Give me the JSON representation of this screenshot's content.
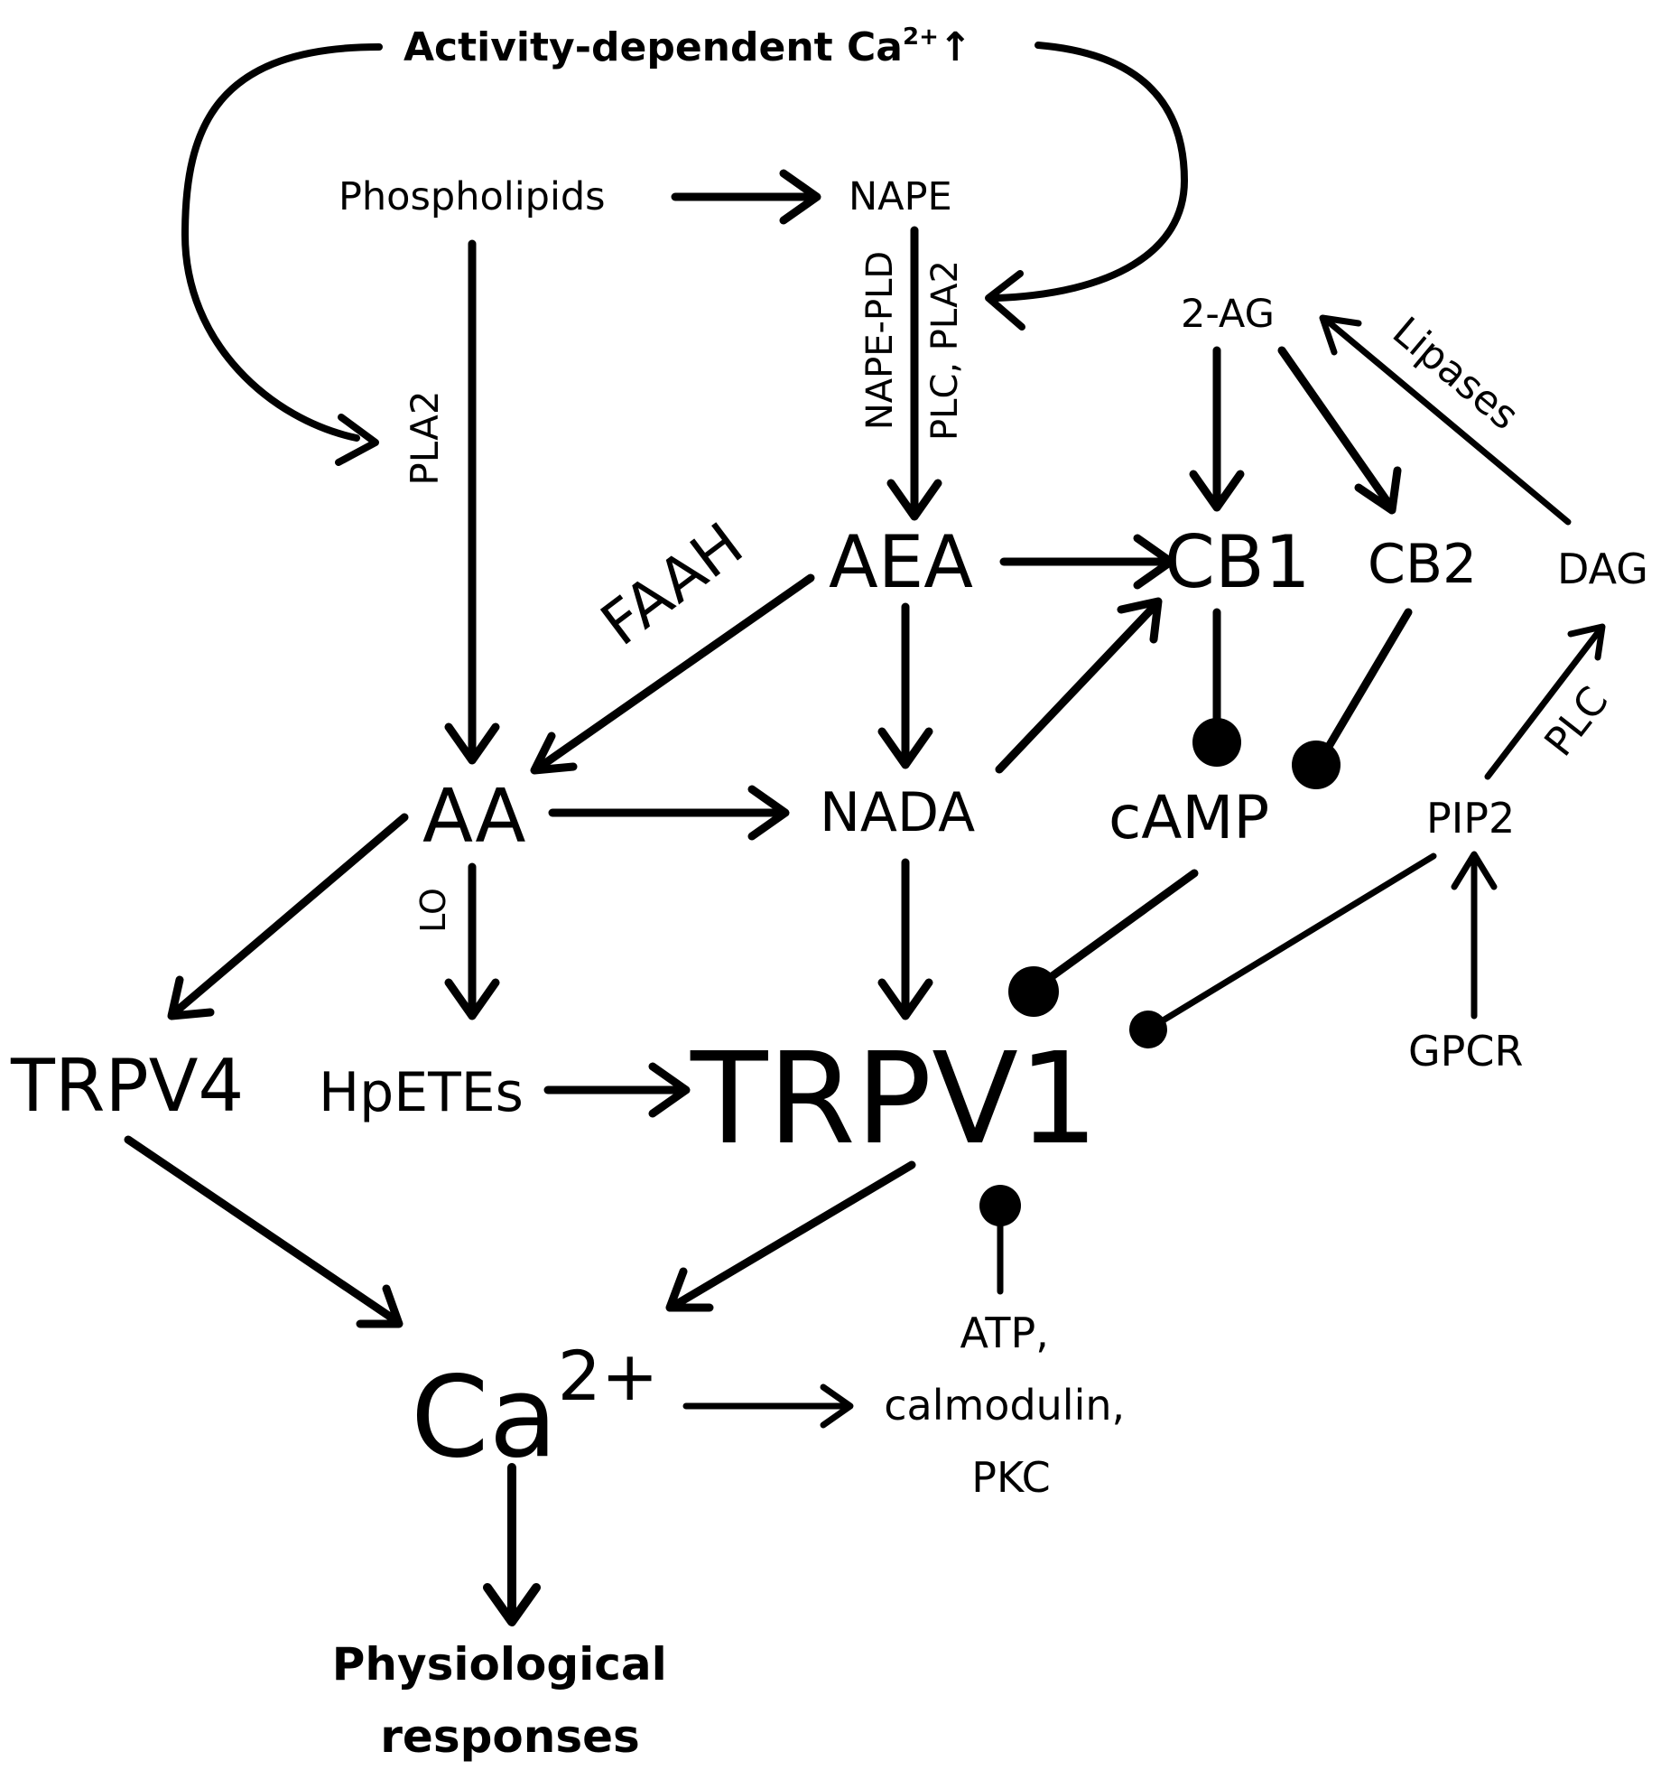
{
  "colors": {
    "ink": "#000000",
    "background": "#ffffff"
  },
  "nodes": {
    "activity": "Activity-dependent Ca",
    "activity_sup": "2+",
    "activity_arrow": "↑",
    "phospholipids": "Phospholipids",
    "nape": "NAPE",
    "two_ag": "2-AG",
    "aea": "AEA",
    "cb1": "CB1",
    "cb2": "CB2",
    "dag": "DAG",
    "aa": "AA",
    "nada": "NADA",
    "camp": "cAMP",
    "pip2": "PIP2",
    "trpv4": "TRPV4",
    "hpetes": "HpETEs",
    "trpv1": "TRPV1",
    "gpcr": "GPCR",
    "ca": "Ca",
    "ca_sup": "2+",
    "atp_line1": "ATP,",
    "atp_line2": "calmodulin,",
    "atp_line3": "PKC",
    "physio_line1": "Physiological",
    "physio_line2": "responses"
  },
  "enzymes": {
    "pla2_left": "PLA2",
    "nape_pld": "NAPE-PLD",
    "plc_pla2": "PLC, PLA2",
    "lipases": "Lipases",
    "faah": "FAAH",
    "plc": "PLC",
    "lo": "LO"
  },
  "edges": [
    {
      "from": "Phospholipids",
      "to": "NAPE",
      "type": "activation"
    },
    {
      "from": "Phospholipids",
      "to": "AA",
      "type": "activation",
      "label": "PLA2"
    },
    {
      "from": "NAPE",
      "to": "AEA",
      "type": "activation",
      "label": "NAPE-PLD / PLC, PLA2"
    },
    {
      "from": "Activity-dependent Ca2+",
      "to": "PLA2",
      "type": "activation"
    },
    {
      "from": "Activity-dependent Ca2+",
      "to": "PLC, PLA2",
      "type": "activation"
    },
    {
      "from": "AEA",
      "to": "CB1",
      "type": "activation"
    },
    {
      "from": "AEA",
      "to": "AA",
      "type": "activation",
      "label": "FAAH"
    },
    {
      "from": "AEA",
      "to": "NADA",
      "type": "activation"
    },
    {
      "from": "NADA",
      "to": "CB1",
      "type": "activation"
    },
    {
      "from": "2-AG",
      "to": "CB1",
      "type": "activation"
    },
    {
      "from": "2-AG",
      "to": "CB2",
      "type": "activation"
    },
    {
      "from": "DAG",
      "to": "2-AG",
      "type": "activation",
      "label": "Lipases"
    },
    {
      "from": "PIP2",
      "to": "DAG",
      "type": "activation",
      "label": "PLC"
    },
    {
      "from": "GPCR",
      "to": "PIP2",
      "type": "activation"
    },
    {
      "from": "CB1",
      "to": "cAMP",
      "type": "inhibition"
    },
    {
      "from": "CB2",
      "to": "cAMP",
      "type": "inhibition"
    },
    {
      "from": "cAMP",
      "to": "TRPV1",
      "type": "inhibition"
    },
    {
      "from": "PIP2",
      "to": "TRPV1",
      "type": "inhibition"
    },
    {
      "from": "AA",
      "to": "NADA",
      "type": "activation"
    },
    {
      "from": "AA",
      "to": "TRPV4",
      "type": "activation"
    },
    {
      "from": "AA",
      "to": "HpETEs",
      "type": "activation",
      "label": "LO"
    },
    {
      "from": "NADA",
      "to": "TRPV1",
      "type": "activation"
    },
    {
      "from": "HpETEs",
      "to": "TRPV1",
      "type": "activation"
    },
    {
      "from": "TRPV4",
      "to": "Ca2+",
      "type": "activation"
    },
    {
      "from": "TRPV1",
      "to": "Ca2+",
      "type": "activation"
    },
    {
      "from": "ATP, calmodulin, PKC",
      "to": "TRPV1",
      "type": "inhibition"
    },
    {
      "from": "Ca2+",
      "to": "ATP, calmodulin, PKC",
      "type": "activation"
    },
    {
      "from": "Ca2+",
      "to": "Physiological responses",
      "type": "activation"
    }
  ]
}
